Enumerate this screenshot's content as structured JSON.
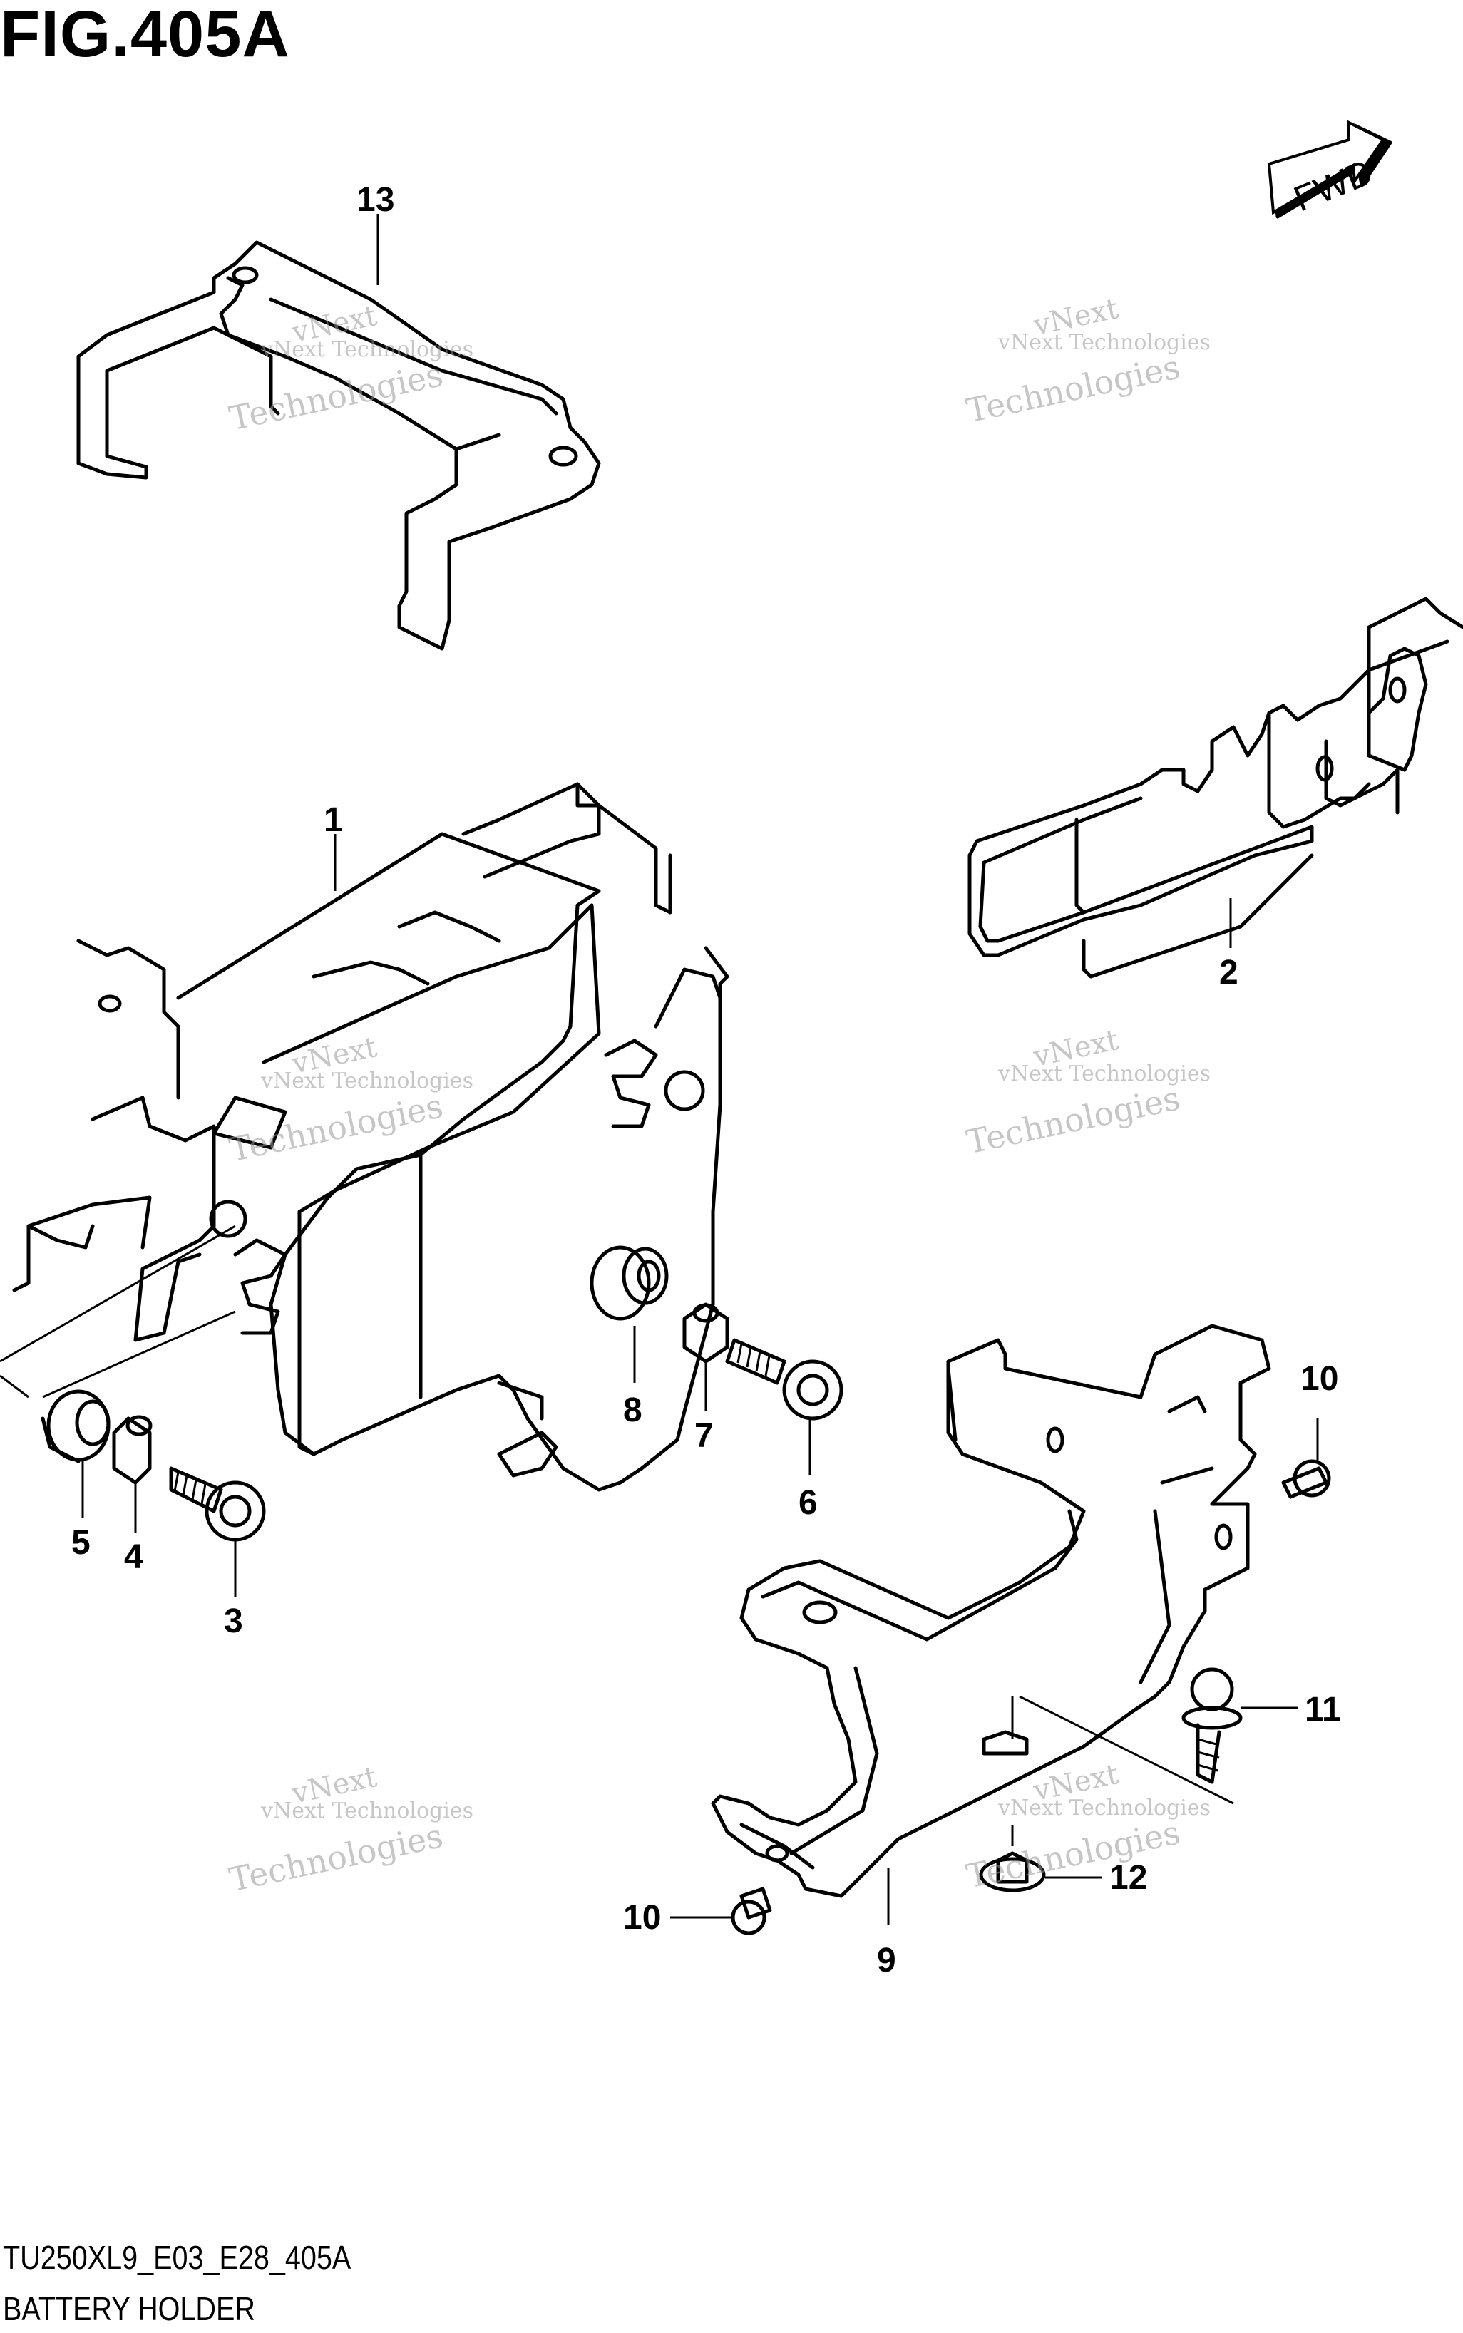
{
  "figure": {
    "title": "FIG.405A",
    "code": "TU250XL9_E03_E28_405A",
    "caption": "BATTERY HOLDER",
    "direction_label": "FWD"
  },
  "callouts": [
    {
      "id": "c13",
      "label": "13"
    },
    {
      "id": "c1",
      "label": "1"
    },
    {
      "id": "c2",
      "label": "2"
    },
    {
      "id": "c3",
      "label": "3"
    },
    {
      "id": "c4",
      "label": "4"
    },
    {
      "id": "c5",
      "label": "5"
    },
    {
      "id": "c6",
      "label": "6"
    },
    {
      "id": "c7",
      "label": "7"
    },
    {
      "id": "c8",
      "label": "8"
    },
    {
      "id": "c9",
      "label": "9"
    },
    {
      "id": "c10a",
      "label": "10"
    },
    {
      "id": "c10b",
      "label": "10"
    },
    {
      "id": "c11",
      "label": "11"
    },
    {
      "id": "c12",
      "label": "12"
    }
  ],
  "watermark": {
    "line1": "vNext",
    "line2": "vNext Technologies",
    "line3": "Technologies"
  },
  "colors": {
    "ink": "#000000",
    "paper": "#ffffff",
    "watermark": "#999999"
  }
}
